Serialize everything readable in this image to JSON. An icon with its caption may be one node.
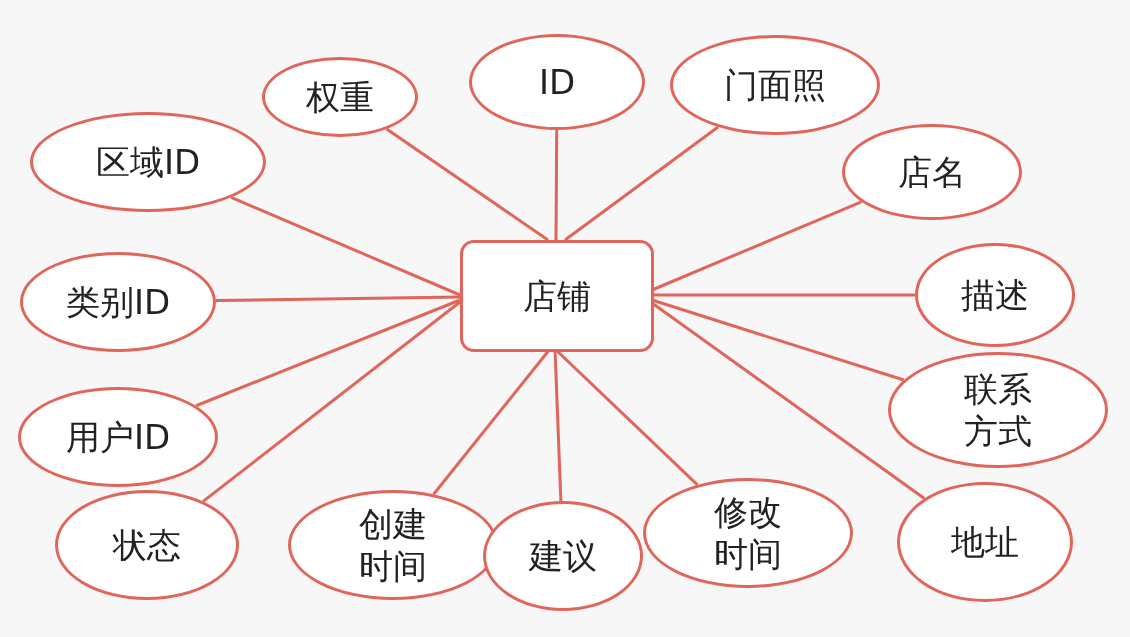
{
  "diagram": {
    "nodes": [
      {
        "text": [
          "店铺"
        ]
      },
      {
        "text": [
          "权重"
        ]
      },
      {
        "text": [
          "ID"
        ]
      },
      {
        "text": [
          "门面照"
        ]
      },
      {
        "text": [
          "区域ID"
        ]
      },
      {
        "text": [
          "店名"
        ]
      },
      {
        "text": [
          "类别ID"
        ]
      },
      {
        "text": [
          "描述"
        ]
      },
      {
        "text": [
          "联系方式"
        ]
      },
      {
        "text": [
          "用户ID"
        ]
      },
      {
        "text": [
          "状态"
        ]
      },
      {
        "text": [
          "创建时间"
        ]
      },
      {
        "text": [
          "修改时间"
        ]
      },
      {
        "text": [
          "建议"
        ]
      },
      {
        "text": [
          "地址"
        ]
      }
    ],
    "edges": [
      {
        "from": 0,
        "to": 1,
        "arrow": "none"
      },
      {
        "from": 0,
        "to": 2,
        "arrow": "none"
      },
      {
        "from": 0,
        "to": 3,
        "arrow": "none"
      },
      {
        "from": 0,
        "to": 4,
        "arrow": "none"
      },
      {
        "from": 0,
        "to": 5,
        "arrow": "none"
      },
      {
        "from": 0,
        "to": 6,
        "arrow": "none"
      },
      {
        "from": 0,
        "to": 7,
        "arrow": "none"
      },
      {
        "from": 0,
        "to": 8,
        "arrow": "none"
      },
      {
        "from": 0,
        "to": 9,
        "arrow": "none"
      },
      {
        "from": 0,
        "to": 10,
        "arrow": "none"
      },
      {
        "from": 0,
        "to": 11,
        "arrow": "none"
      },
      {
        "from": 0,
        "to": 12,
        "arrow": "none"
      },
      {
        "from": 0,
        "to": 13,
        "arrow": "none"
      },
      {
        "from": 0,
        "to": 14,
        "arrow": "none"
      }
    ]
  }
}
